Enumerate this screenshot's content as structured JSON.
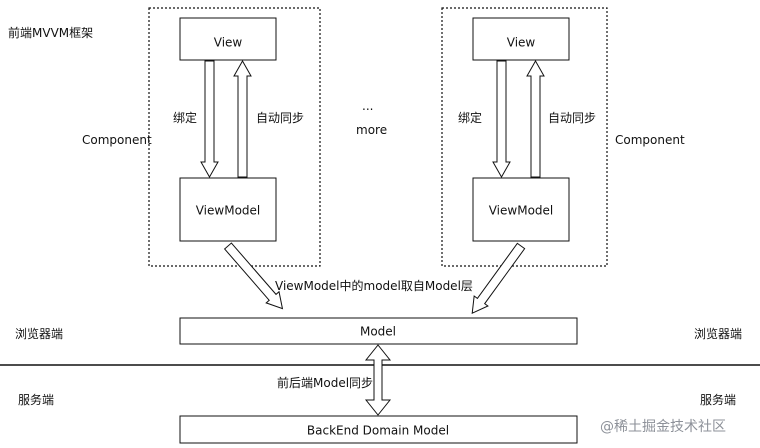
{
  "diagram": {
    "frontend_title": "前端MVVM框架",
    "component_left": {
      "container_label": "Component",
      "view_label": "View",
      "viewmodel_label": "ViewModel",
      "bind_label": "绑定",
      "sync_label": "自动同步"
    },
    "component_right": {
      "container_label": "Component",
      "view_label": "View",
      "viewmodel_label": "ViewModel",
      "bind_label": "绑定",
      "sync_label": "自动同步"
    },
    "more_dots": "...",
    "more_label": "more",
    "viewmodel_from_model_label": "ViewModel中的model取自Model层",
    "model_label": "Model",
    "browser_left": "浏览器端",
    "browser_right": "浏览器端",
    "server_left": "服务端",
    "server_right": "服务端",
    "frontend_backend_sync_label": "前后端Model同步",
    "backend_model_label": "BackEnd Domain Model"
  },
  "watermark": {
    "text": "@稀土掘金技术社区"
  },
  "colors": {
    "line": "#111111",
    "background": "#ffffff",
    "watermark": "#8d9199"
  }
}
